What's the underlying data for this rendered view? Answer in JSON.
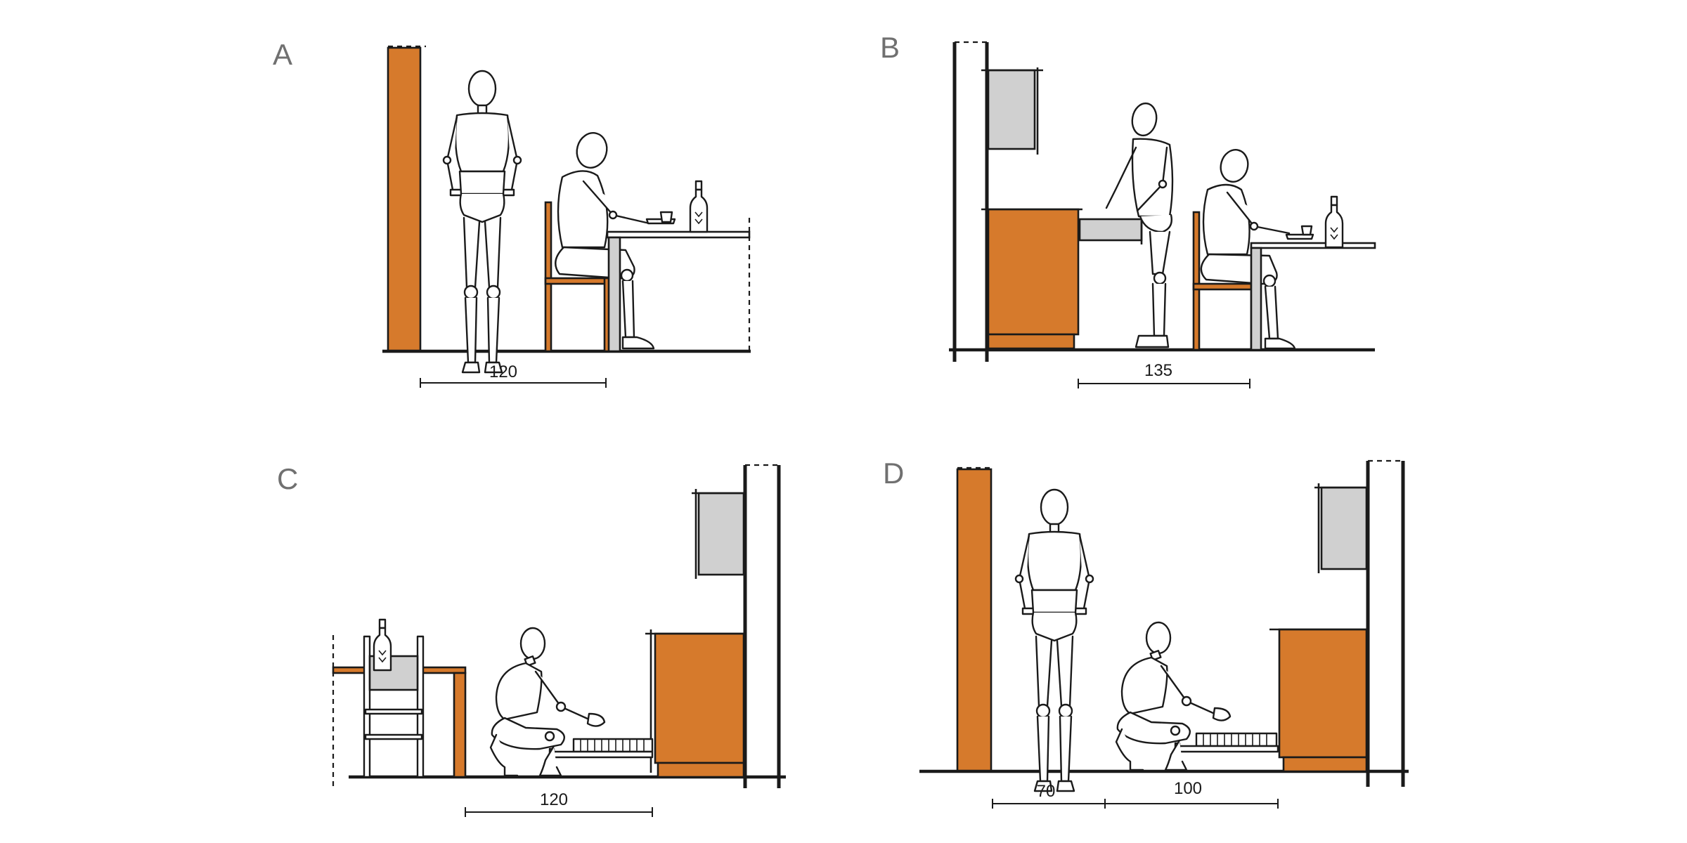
{
  "palette": {
    "wood": "#d67a2c",
    "grey": "#d0d0d0",
    "line": "#1a1a1a",
    "letter": "#707070"
  },
  "panels": [
    {
      "id": "A",
      "label": "A",
      "dimensions": [
        "120"
      ]
    },
    {
      "id": "B",
      "label": "B",
      "dimensions": [
        "135"
      ]
    },
    {
      "id": "C",
      "label": "C",
      "dimensions": [
        "120"
      ]
    },
    {
      "id": "D",
      "label": "D",
      "dimensions": [
        "70",
        "100"
      ]
    }
  ]
}
